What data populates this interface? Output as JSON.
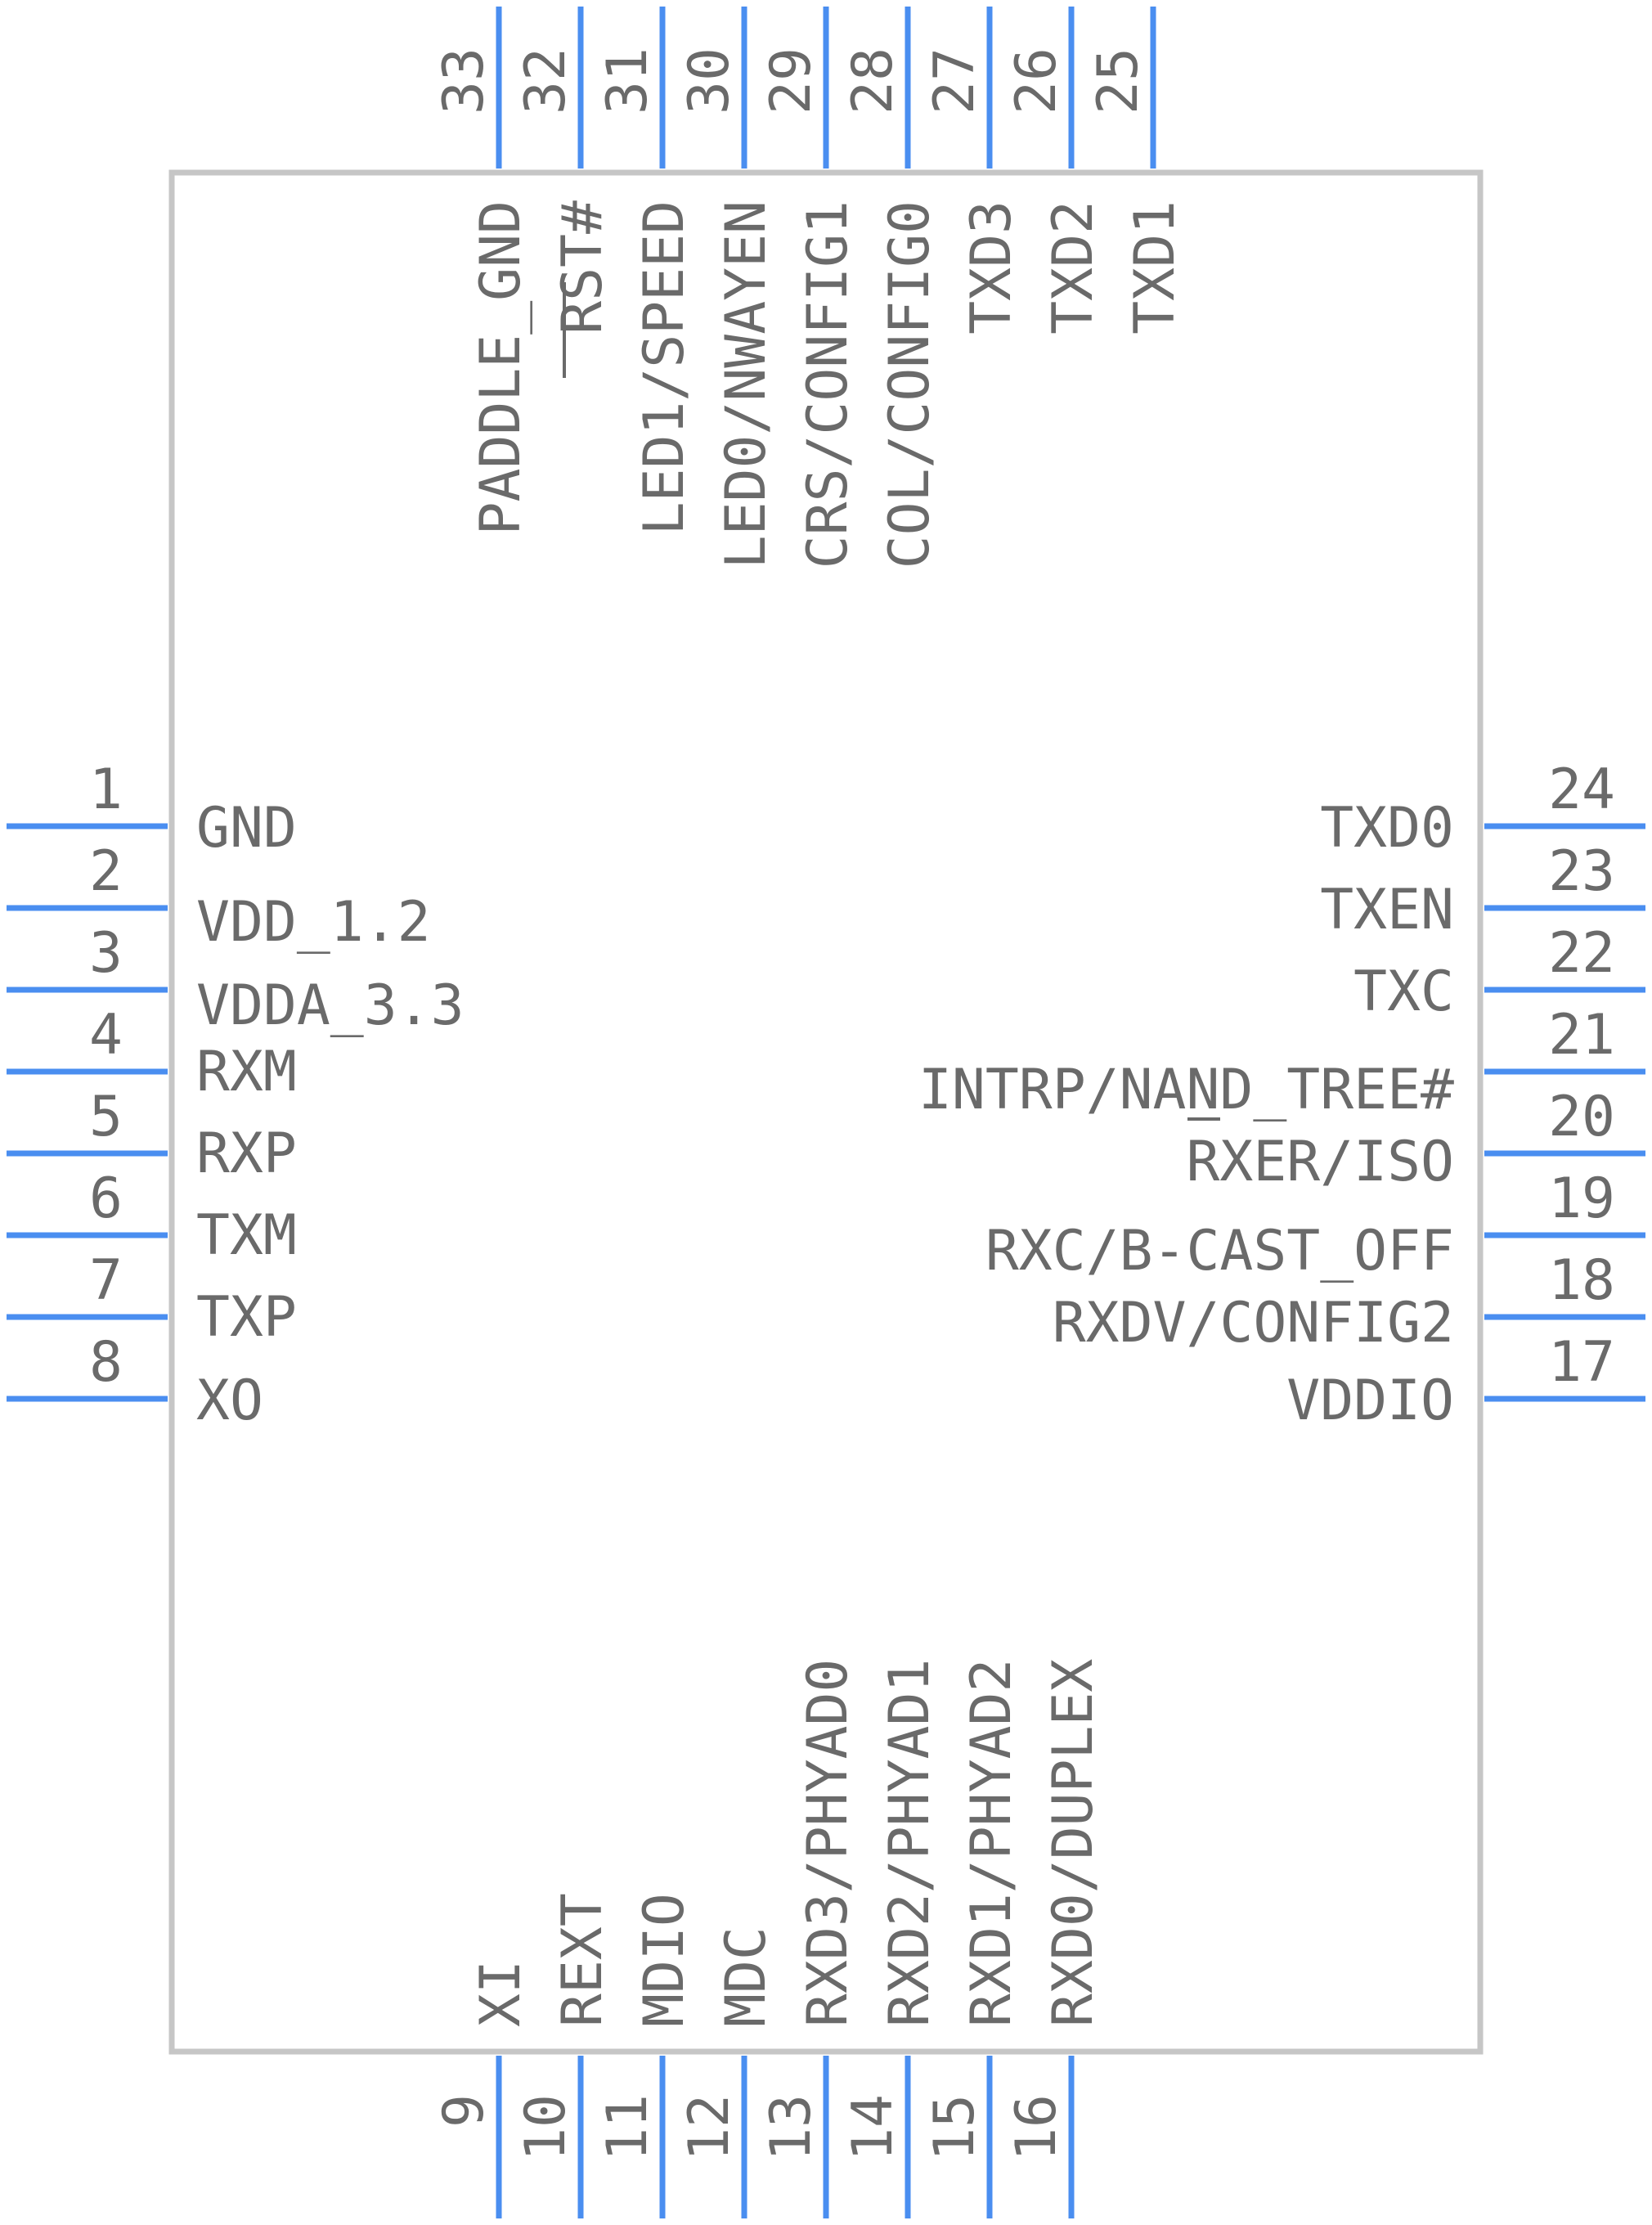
{
  "component": {
    "colors": {
      "body_outline": "#c6c6c6",
      "pin": "#4a8ef0",
      "text": "#6a6a6a",
      "background": "#ffffff"
    }
  },
  "pins": {
    "left": [
      {
        "number": "1",
        "name": "GND"
      },
      {
        "number": "2",
        "name": "VDD_1.2"
      },
      {
        "number": "3",
        "name": "VDDA_3.3"
      },
      {
        "number": "4",
        "name": "RXM"
      },
      {
        "number": "5",
        "name": "RXP"
      },
      {
        "number": "6",
        "name": "TXM"
      },
      {
        "number": "7",
        "name": "TXP"
      },
      {
        "number": "8",
        "name": "XO"
      }
    ],
    "bottom": [
      {
        "number": "9",
        "name": "XI"
      },
      {
        "number": "10",
        "name": "REXT"
      },
      {
        "number": "11",
        "name": "MDIO"
      },
      {
        "number": "12",
        "name": "MDC"
      },
      {
        "number": "13",
        "name": "RXD3/PHYAD0"
      },
      {
        "number": "14",
        "name": "RXD2/PHYAD1"
      },
      {
        "number": "15",
        "name": "RXD1/PHYAD2"
      },
      {
        "number": "16",
        "name": "RXD0/DUPLEX"
      }
    ],
    "right": [
      {
        "number": "17",
        "name": "VDDIO"
      },
      {
        "number": "18",
        "name": "RXDV/CONFIG2"
      },
      {
        "number": "19",
        "name": "RXC/B-CAST_OFF"
      },
      {
        "number": "20",
        "name": "RXER/ISO"
      },
      {
        "number": "21",
        "name": "INTRP/NAND_TREE#"
      },
      {
        "number": "22",
        "name": "TXC"
      },
      {
        "number": "23",
        "name": "TXEN"
      },
      {
        "number": "24",
        "name": "TXD0"
      }
    ],
    "top": [
      {
        "number": "25",
        "name": "TXD1"
      },
      {
        "number": "26",
        "name": "TXD2"
      },
      {
        "number": "27",
        "name": "TXD3"
      },
      {
        "number": "28",
        "name": "COL/CONFIG0"
      },
      {
        "number": "29",
        "name": "CRS/CONFIG1"
      },
      {
        "number": "30",
        "name": "LED0/NWAYEN"
      },
      {
        "number": "31",
        "name": "LED1/SPEED"
      },
      {
        "number": "32",
        "name": "RST#"
      },
      {
        "number": "33",
        "name": "PADDLE_GND"
      }
    ]
  }
}
